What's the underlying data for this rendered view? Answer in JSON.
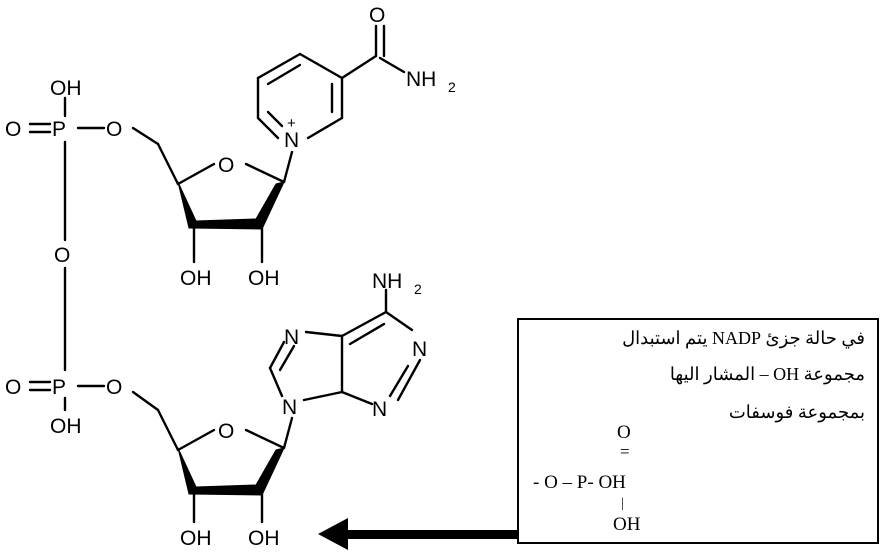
{
  "molecule": {
    "atoms": {
      "carbonyl_o": "O",
      "amide_n": "NH",
      "amide_sub": "2",
      "pyridinium_n": "N",
      "plus": "+",
      "ring_o_top": "O",
      "oh_3_top": "OH",
      "oh_2_top": "OH",
      "p1_oh": "OH",
      "p1_doubleo": "O",
      "p1": "P",
      "p1_ester_o": "O",
      "bridge_o": "O",
      "p2_doubleo": "O",
      "p2": "P",
      "p2_oh": "OH",
      "p2_ester_o": "O",
      "amino_n": "NH",
      "amino_sub": "2",
      "n7": "N",
      "n1": "N",
      "n3": "N",
      "n9": "N",
      "ring_o_bottom": "O",
      "oh_3_bottom": "OH",
      "oh_2_bottom": "OH"
    }
  },
  "note": {
    "line1": "في حالة جزئ NADP يتم استبدال",
    "line2": "مجموعة OH – المشار اليها",
    "line3": "بمجموعة فوسفات",
    "formula_o_top": "O",
    "formula_double": "=",
    "formula_main": "- O – P- OH",
    "formula_oh": "OH"
  },
  "colors": {
    "ink": "#000000",
    "background": "#ffffff"
  }
}
